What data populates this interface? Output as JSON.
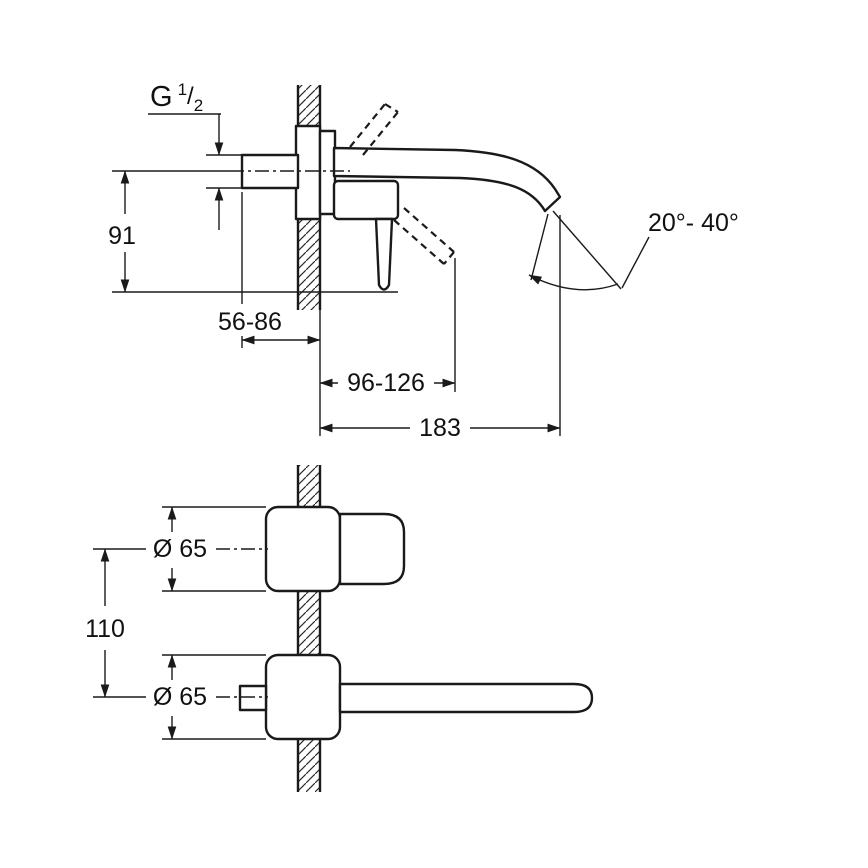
{
  "colors": {
    "ink": "#1a1a1a",
    "background": "#ffffff"
  },
  "labels": {
    "thread": {
      "prefix": "G",
      "numerator": "1",
      "slash": "/",
      "denominator": "2"
    },
    "height_from_center": "91",
    "wall_depth_range": "56-86",
    "handle_projection_range": "96-126",
    "spout_projection": "183",
    "spray_angle_range": "20°- 40°",
    "escutcheon_diameter_top": "Ø 65",
    "center_distance": "110",
    "escutcheon_diameter_bottom": "Ø 65"
  }
}
